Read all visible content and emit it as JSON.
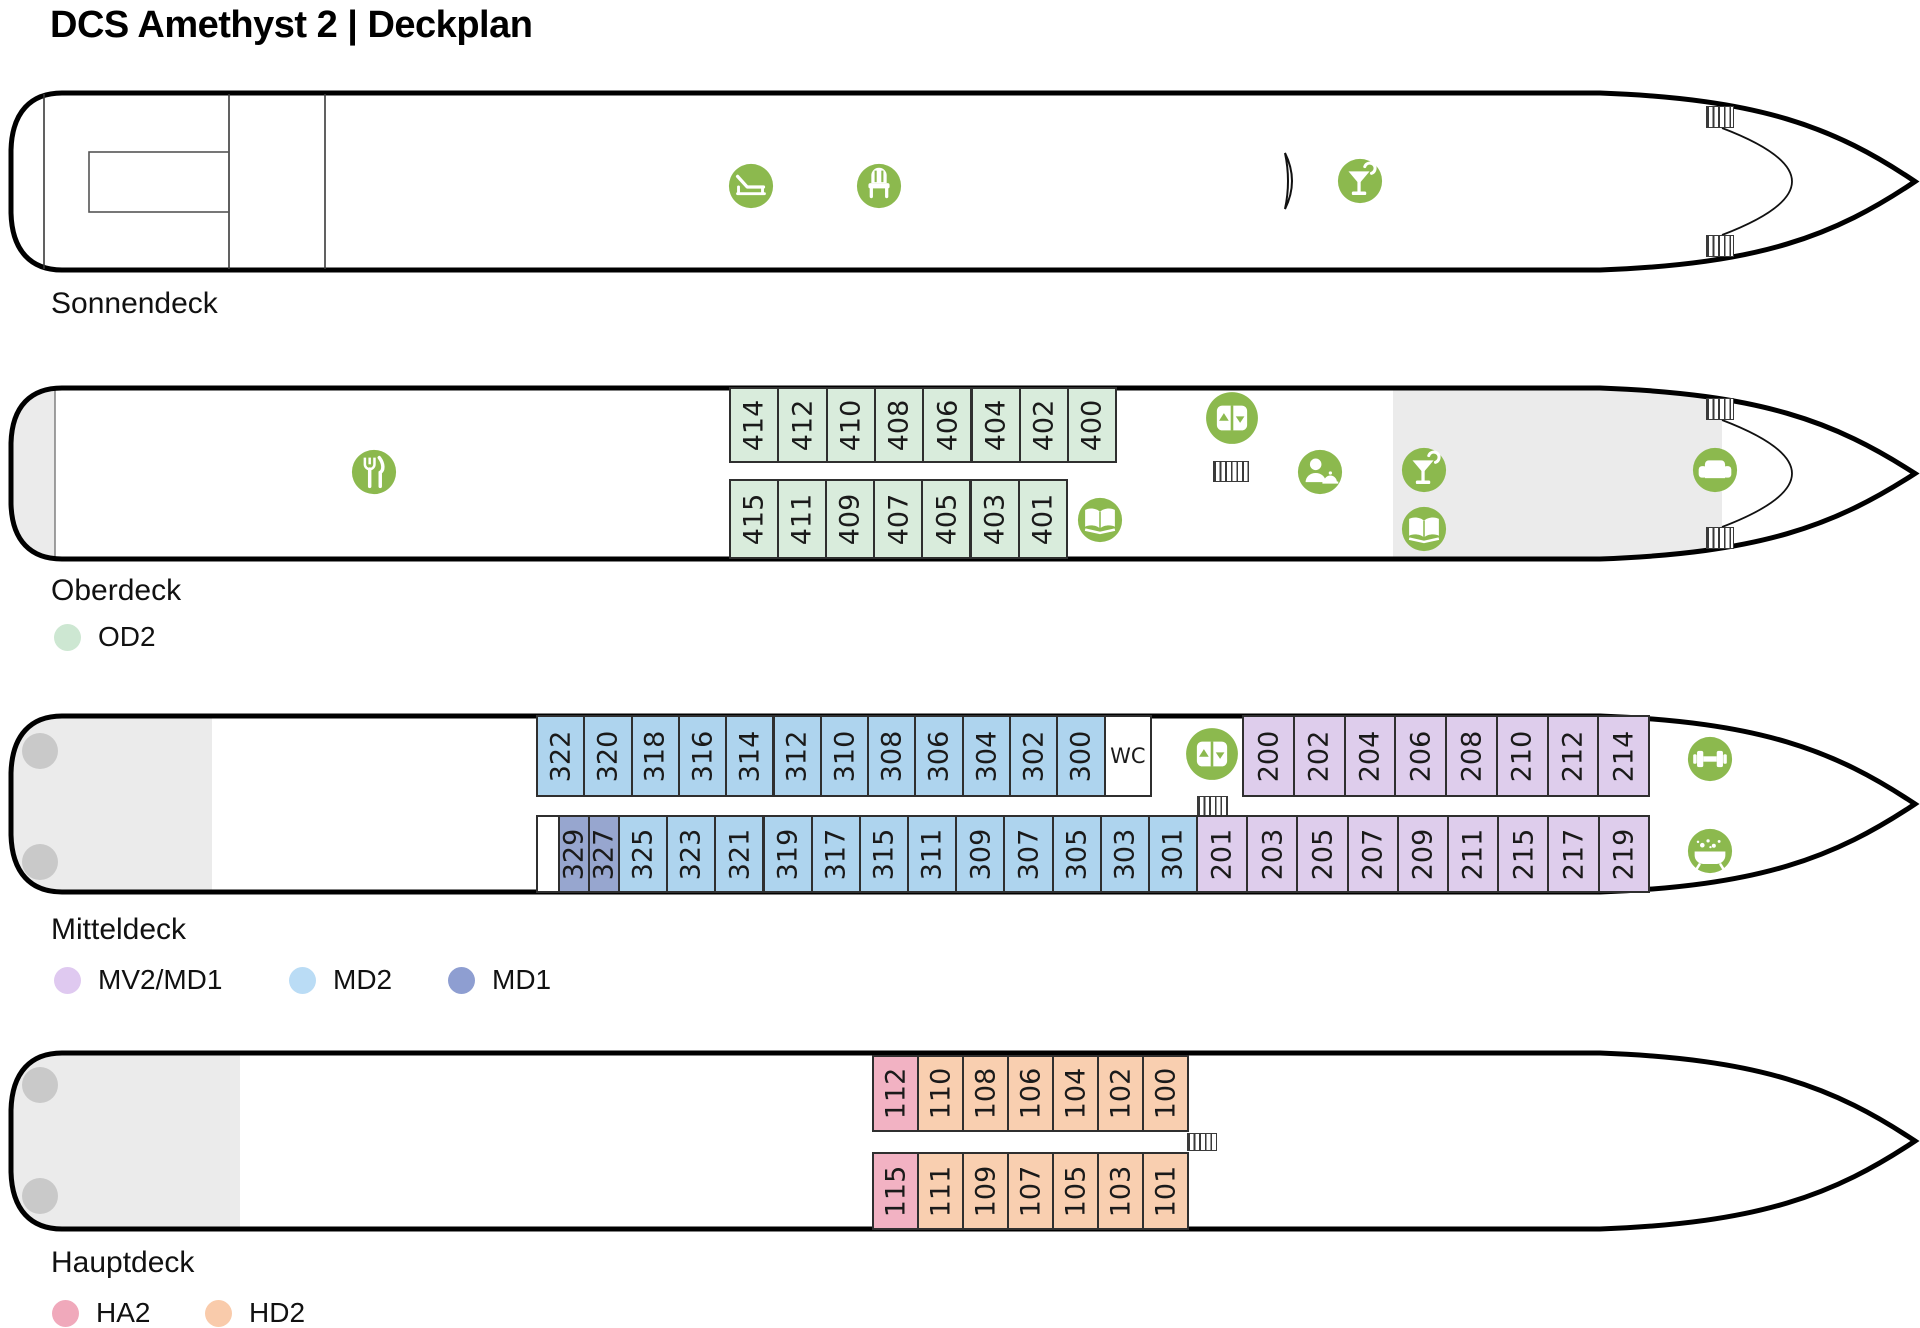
{
  "title": "DCS Amethyst 2 | Deckplan",
  "colors": {
    "icon_green": "#8cb94e",
    "hull_line": "#000000",
    "gray_area": "#ebebeb",
    "porthole_gray": "#c9c9c9",
    "cabin_types": {
      "od2": "#d9ecdc",
      "md2": "#aed4ee",
      "md1": "#97a6cf",
      "mv2": "#decdec",
      "ha2": "#f2b2c3",
      "hd2": "#f9cfb0",
      "wc": "#ffffff",
      "empty": "#ffffff"
    }
  },
  "labels": {
    "wc": "WC"
  },
  "decks": [
    {
      "id": "sonnendeck",
      "label": "Sonnendeck",
      "legend": [],
      "icons": [
        "sun-lounger",
        "deck-chair",
        "windbreak",
        "cocktail-bar"
      ],
      "cabin_rows": {}
    },
    {
      "id": "oberdeck",
      "label": "Oberdeck",
      "legend": [
        {
          "code": "OD2",
          "color": "#cde7d2"
        }
      ],
      "icons": [
        "restaurant",
        "elevator",
        "library-book",
        "reception",
        "cocktail-bar",
        "library-book",
        "lounge-sofa"
      ],
      "cabin_rows": {
        "front": [
          "414",
          "412",
          "410",
          "408",
          "406",
          "404",
          "402",
          "400"
        ],
        "back": [
          "415",
          "411",
          "409",
          "407",
          "405",
          "403",
          "401"
        ]
      }
    },
    {
      "id": "mitteldeck",
      "label": "Mitteldeck",
      "legend": [
        {
          "code": "MV2/MD1",
          "color": "#dfc9f0"
        },
        {
          "code": "MD2",
          "color": "#badcf5"
        },
        {
          "code": "MD1",
          "color": "#8e9ed1"
        }
      ],
      "icons": [
        "elevator",
        "fitness",
        "whirlpool-bath"
      ],
      "cabin_rows": {
        "front_md2": [
          "322",
          "320",
          "318",
          "316",
          "314",
          "312",
          "310",
          "308",
          "306",
          "304",
          "302",
          "300"
        ],
        "front_wc": [
          "WC"
        ],
        "front_mv2": [
          "200",
          "202",
          "204",
          "206",
          "208",
          "210",
          "212",
          "214"
        ],
        "back_empty": [
          ""
        ],
        "back_md1": [
          "329",
          "327"
        ],
        "back_md2": [
          "325",
          "323",
          "321",
          "319",
          "317",
          "315",
          "311",
          "309",
          "307",
          "305",
          "303",
          "301"
        ],
        "back_mv2": [
          "201",
          "203",
          "205",
          "207",
          "209",
          "211",
          "215",
          "217",
          "219"
        ]
      }
    },
    {
      "id": "hauptdeck",
      "label": "Hauptdeck",
      "legend": [
        {
          "code": "HA2",
          "color": "#f0a9bb"
        },
        {
          "code": "HD2",
          "color": "#f9cbab"
        }
      ],
      "icons": [],
      "cabin_rows": {
        "front_ha2": [
          "112"
        ],
        "front_hd2": [
          "110",
          "108",
          "106",
          "104",
          "102",
          "100"
        ],
        "back_ha2": [
          "115"
        ],
        "back_hd2": [
          "111",
          "109",
          "107",
          "105",
          "103",
          "101"
        ]
      }
    }
  ]
}
